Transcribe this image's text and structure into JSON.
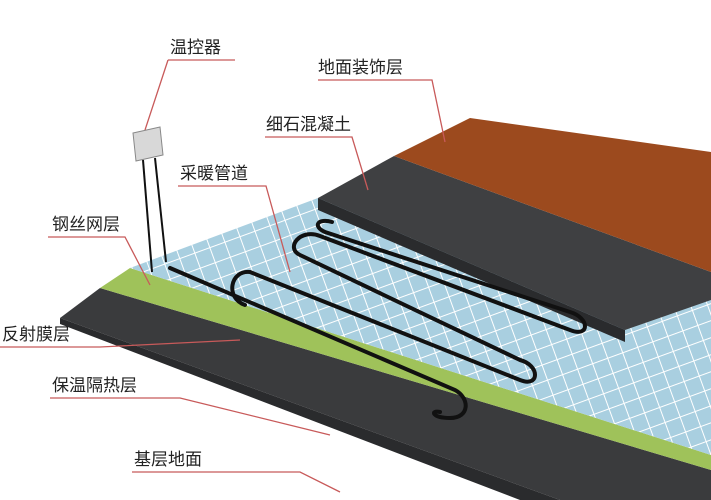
{
  "labels": {
    "thermostat": "温控器",
    "floor_finish": "地面装饰层",
    "fine_concrete": "细石混凝土",
    "heating_pipe": "采暖管道",
    "steel_mesh": "钢丝网层",
    "reflective_film": "反射膜层",
    "insulation": "保温隔热层",
    "base_floor": "基层地面"
  },
  "colors": {
    "floor_finish": "#9c4a1e",
    "concrete": "#3f4042",
    "mesh_tile": "#a9cfe0",
    "mesh_grout": "#ffffff",
    "insulation": "#9fc25a",
    "base": "#3a3b3d",
    "pipe": "#111111",
    "leader": "#c85a5a"
  }
}
